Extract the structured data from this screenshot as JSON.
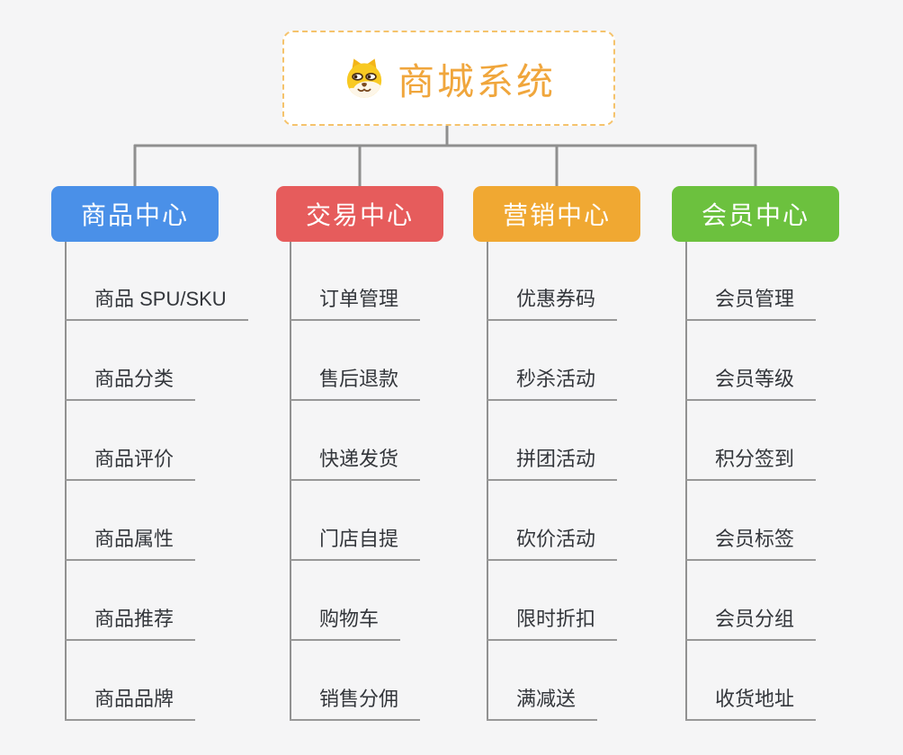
{
  "root": {
    "title": "商城系统",
    "icon": "dog-face-icon"
  },
  "colors": {
    "background": "#f5f5f6",
    "root_border": "#f5c36c",
    "root_text": "#f0a63c",
    "connector": "#8f8f8f",
    "leaf_text": "#33363b",
    "leaf_underline": "#989898",
    "branch_blue": "#4a90e8",
    "branch_red": "#e65c5c",
    "branch_orange": "#f0a832",
    "branch_green": "#6cc13e"
  },
  "branches": [
    {
      "label": "商品中心",
      "color": "#4a90e8",
      "items": [
        "商品 SPU/SKU",
        "商品分类",
        "商品评价",
        "商品属性",
        "商品推荐",
        "商品品牌"
      ]
    },
    {
      "label": "交易中心",
      "color": "#e65c5c",
      "items": [
        "订单管理",
        "售后退款",
        "快递发货",
        "门店自提",
        "购物车",
        "销售分佣"
      ]
    },
    {
      "label": "营销中心",
      "color": "#f0a832",
      "items": [
        "优惠券码",
        "秒杀活动",
        "拼团活动",
        "砍价活动",
        "限时折扣",
        "满减送"
      ]
    },
    {
      "label": "会员中心",
      "color": "#6cc13e",
      "items": [
        "会员管理",
        "会员等级",
        "积分签到",
        "会员标签",
        "会员分组",
        "收货地址"
      ]
    }
  ]
}
